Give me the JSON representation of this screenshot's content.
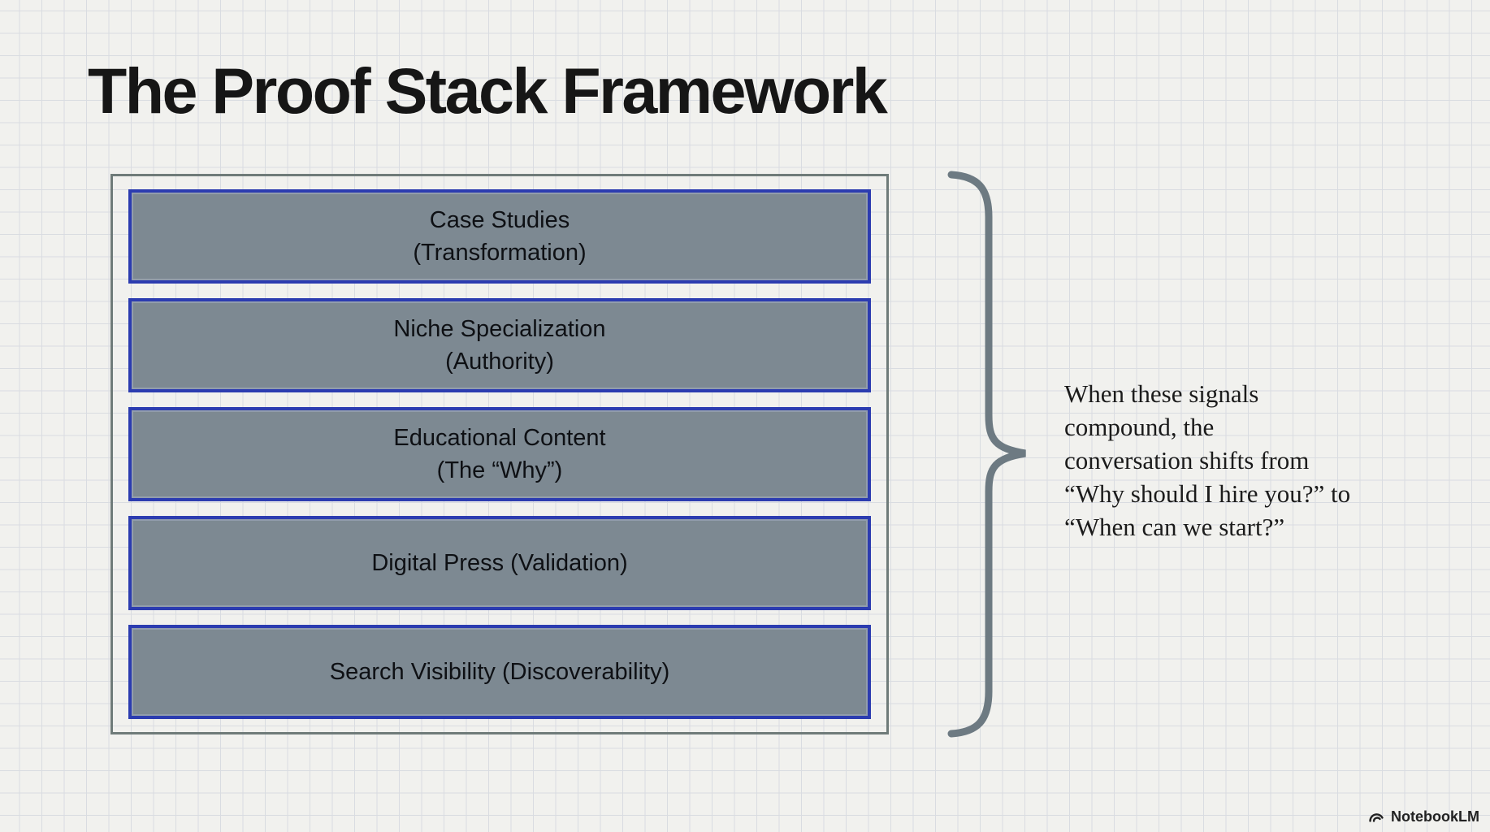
{
  "title": "The Proof Stack Framework",
  "stack": {
    "boxes": [
      {
        "line1": "Case Studies",
        "line2": "(Transformation)"
      },
      {
        "line1": "Niche Specialization",
        "line2": "(Authority)"
      },
      {
        "line1": "Educational Content",
        "line2": "(The “Why”)"
      },
      {
        "line1": "Digital Press (Validation)",
        "line2": ""
      },
      {
        "line1": "Search Visibility (Discoverability)",
        "line2": ""
      }
    ]
  },
  "annotation": {
    "lines": [
      "When these signals",
      "compound, the",
      "conversation shifts from",
      "“Why should I hire you?” to",
      "“When can we start?”"
    ]
  },
  "watermark": {
    "label": "NotebookLM"
  },
  "icons": {
    "logo": "notebooklm-arcs-icon"
  },
  "colors": {
    "background": "#f1f1ee",
    "grid_line": "#d9dce1",
    "title_text": "#161616",
    "box_fill": "#7d8992",
    "box_border": "#2c3cb0",
    "box_text": "#0e1014",
    "frame_border": "#6f7b79",
    "brace": "#6d7a82",
    "annotation_text": "#1b1b1b",
    "watermark_text": "#222222"
  }
}
